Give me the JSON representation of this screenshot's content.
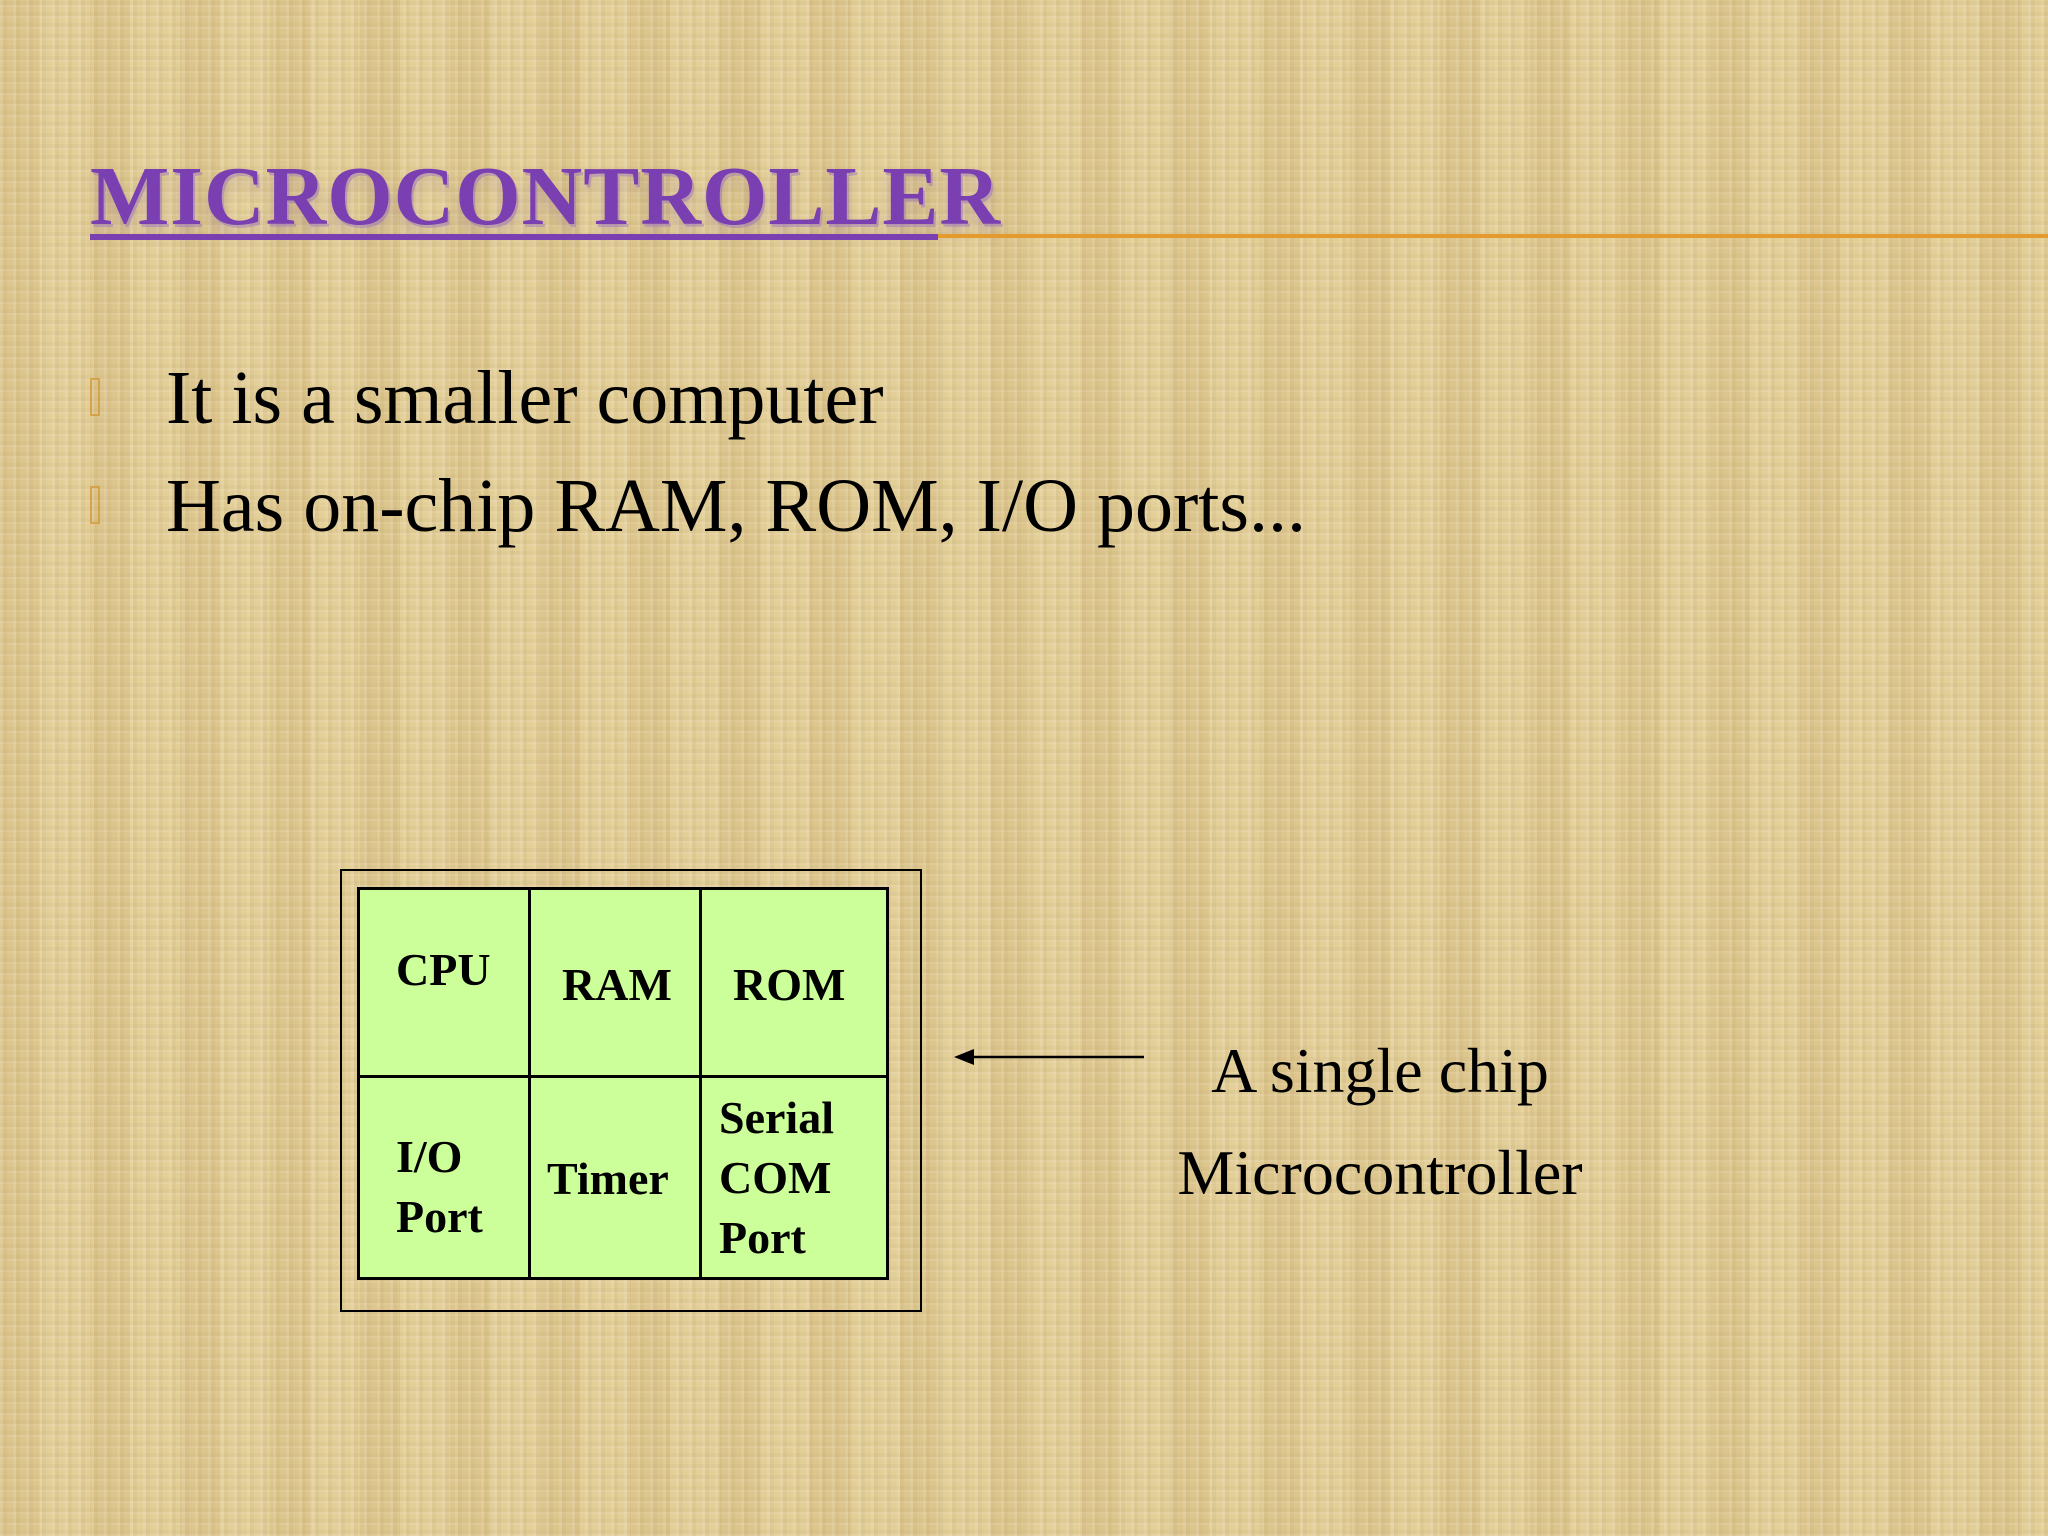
{
  "slide": {
    "title": "MICROCONTROLLER",
    "bullets": [
      "It is a smaller computer",
      "Has on-chip RAM, ROM, I/O ports..."
    ]
  },
  "diagram": {
    "blocks": {
      "cpu": "CPU",
      "ram": "RAM",
      "rom": "ROM",
      "io_line1": "I/O",
      "io_line2": "Port",
      "timer": "Timer",
      "serial_line1": "Serial",
      "serial_line2": "COM",
      "serial_line3": "Port"
    },
    "caption_line1": "A single chip",
    "caption_line2": "Microcontroller"
  },
  "colors": {
    "title": "#7a3fb0",
    "accent_rule": "#e49a2c",
    "chip_fill": "#ccff99",
    "background": "#e2cc93"
  }
}
